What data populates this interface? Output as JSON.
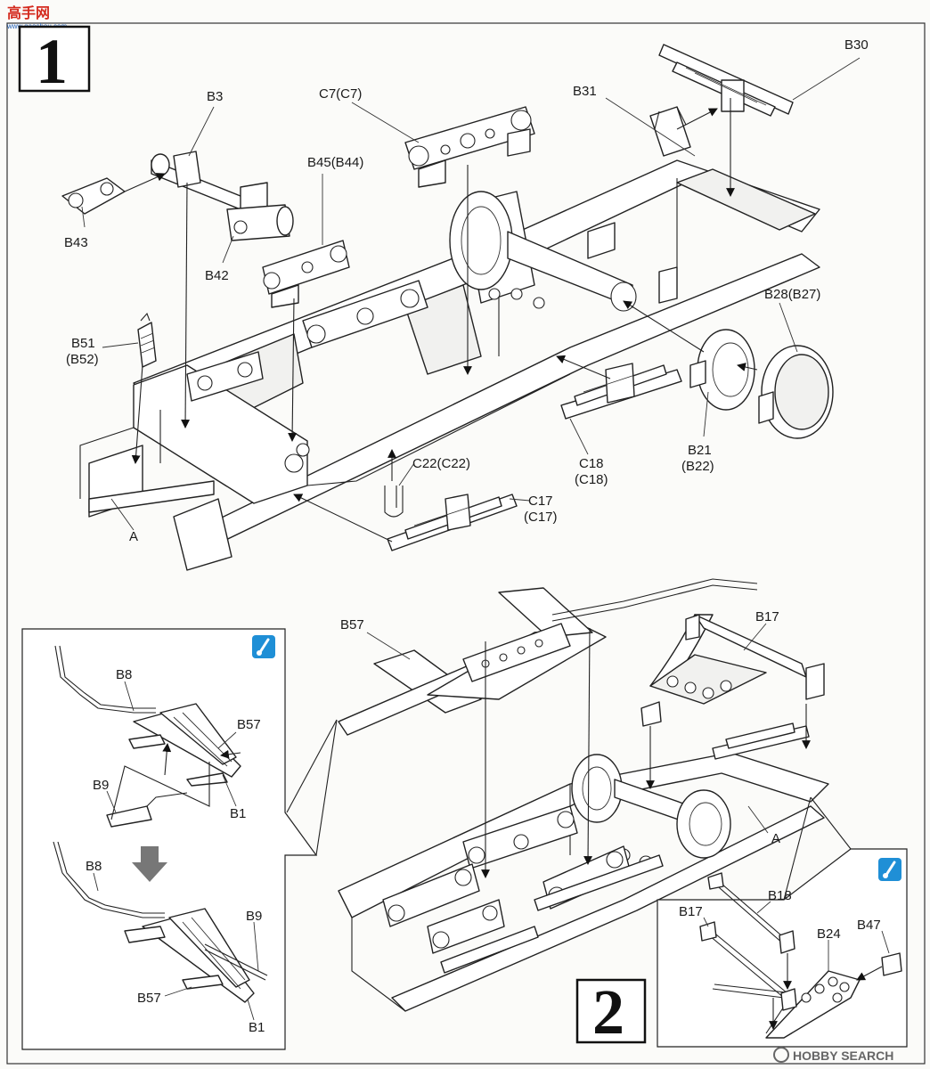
{
  "watermark_top": {
    "title": "高手网",
    "url": "www.gaoshou.com"
  },
  "watermark_bottom": {
    "text": "HOBBY SEARCH"
  },
  "steps": {
    "step1": "1",
    "step2": "2"
  },
  "labels": {
    "B3": "B3",
    "B43": "B43",
    "B42": "B42",
    "C7": "C7(C7)",
    "B45": "B45(B44)",
    "B31": "B31",
    "B30": "B30",
    "B28": "B28(B27)",
    "B51": "B51",
    "B52": "(B52)",
    "B21": "B21",
    "B22": "(B22)",
    "C18a": "C18",
    "C18b": "(C18)",
    "C22": "C22(C22)",
    "C17a": "C17",
    "C17b": "(C17)",
    "A1": "A",
    "B57_main": "B57",
    "B17_main": "B17",
    "A2": "A",
    "inset1_B8": "B8",
    "inset1_B57": "B57",
    "inset1_B9": "B9",
    "inset1_B1": "B1",
    "inset2_B8": "B8",
    "inset2_B9": "B9",
    "inset2_B57": "B57",
    "inset2_B1": "B1",
    "inset3_B18": "B18",
    "inset3_B17": "B17",
    "inset3_B24": "B24",
    "inset3_B47": "B47"
  },
  "icons": {
    "glue_icon": "cement-brush-icon",
    "arrow_icon": "assembly-arrow-icon"
  },
  "colors": {
    "icon_blue": "#1f8fd6",
    "line": "#222222"
  }
}
